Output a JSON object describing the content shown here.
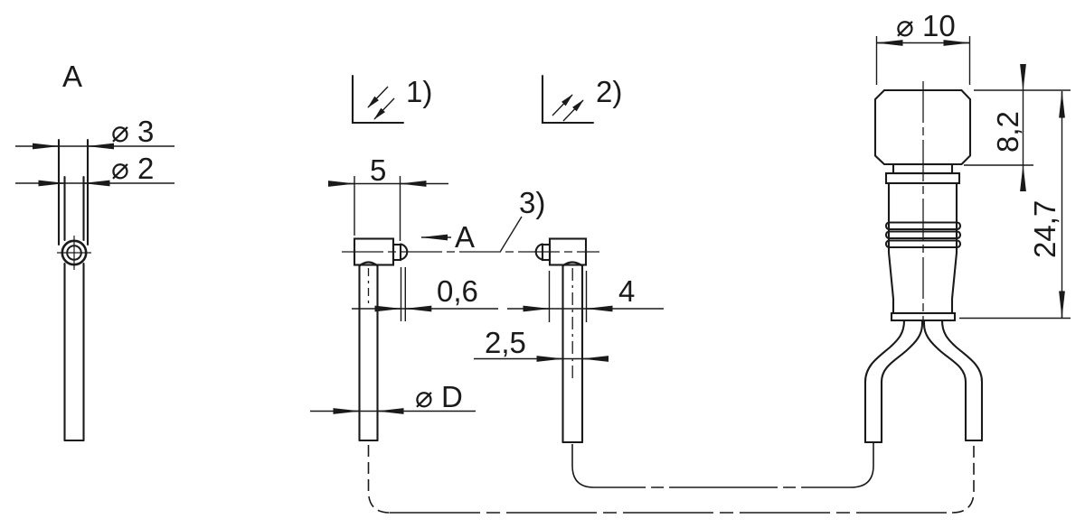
{
  "drawing": {
    "type": "technical-dimension-drawing",
    "background": "#ffffff",
    "line_color": "#1a1a1a"
  },
  "labels": {
    "view_label": "A",
    "view_arrow_label": "A",
    "note_1": "1)",
    "note_2": "2)",
    "note_3": "3)"
  },
  "dimensions": {
    "end_view_outer_dia": "⌀ 3",
    "end_view_inner_dia": "⌀ 2",
    "emitter_head_width": "5",
    "tip_aperture_dia": "0,6",
    "receiver_head_width": "4",
    "receiver_sleeve_dia": "2,5",
    "emitter_sleeve_dia": "⌀ D",
    "connector_thread_dia": "⌀ 10",
    "connector_head_height": "8,2",
    "connector_length": "24,7"
  }
}
